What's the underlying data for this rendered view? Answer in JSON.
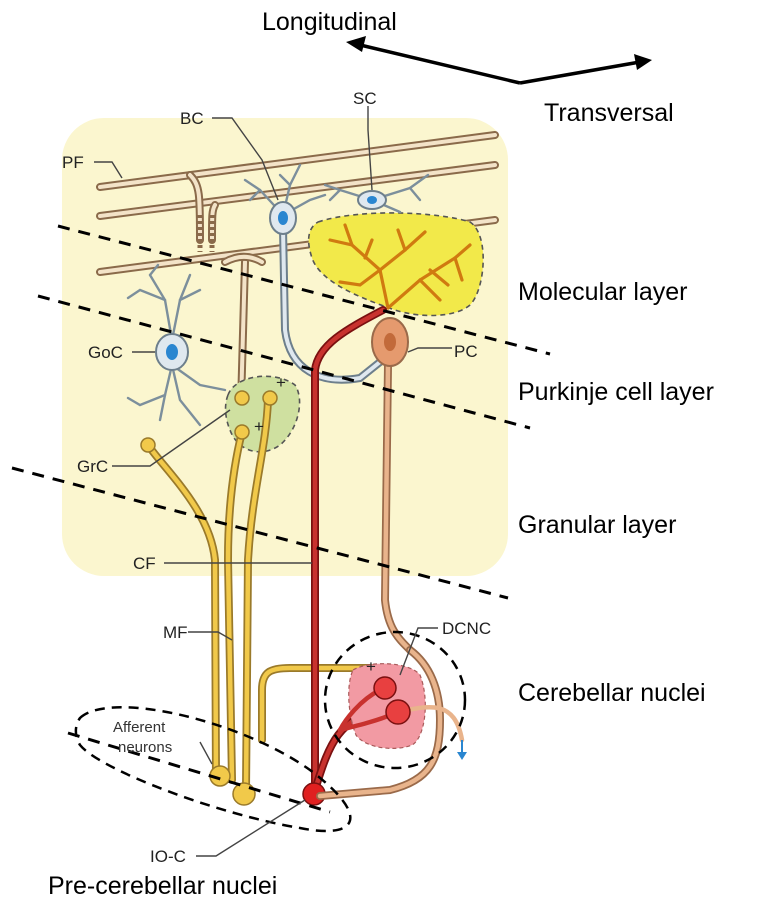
{
  "orientation": {
    "longitudinal": "Longitudinal",
    "transversal": "Transversal"
  },
  "layers": {
    "molecular": "Molecular layer",
    "purkinje": "Purkinje cell layer",
    "granular": "Granular layer",
    "nuclei": "Cerebellar nuclei",
    "precerebellar": "Pre-cerebellar nuclei"
  },
  "cells": {
    "pf": "PF",
    "bc": "BC",
    "sc": "SC",
    "goc": "GoC",
    "pc": "PC",
    "grc": "GrC",
    "cf": "CF",
    "mf": "MF",
    "dcnc": "DCNC",
    "afferent_line1": "Afferent",
    "afferent_line2": "neurons",
    "ioc": "IO-C"
  },
  "signs": {
    "plus": "+"
  },
  "colors": {
    "layer_background": "#fbf6cf",
    "granule_glomerulus": "#cfe0a0",
    "purkinje_dendrites": "#f2e94a",
    "nuclei_region": "#f29aa3",
    "parallel_fiber": "#8a6a4a",
    "mossy_fiber": "#f1c94a",
    "climbing_fiber": "#c8322e",
    "purkinje_soma": "#e59a6e",
    "interneuron": "#4aa3e0"
  }
}
